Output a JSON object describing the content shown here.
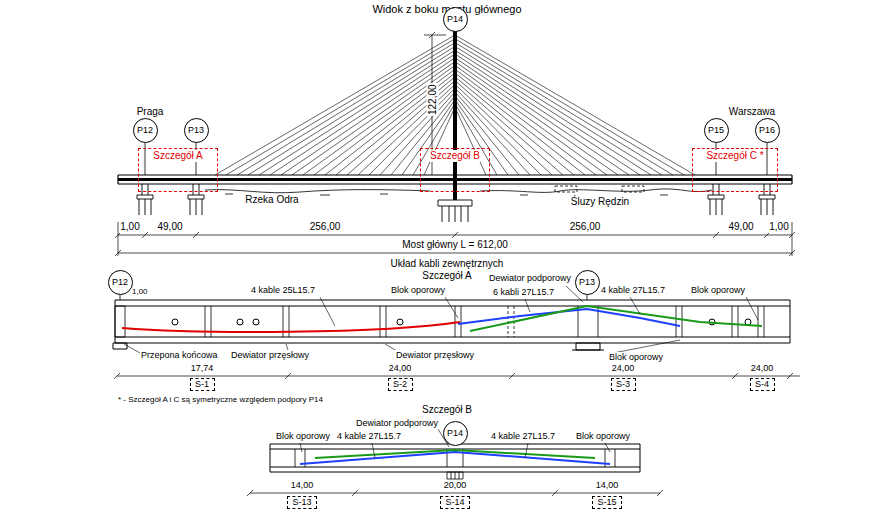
{
  "diagram": {
    "title": "Widok z boku mostu głównego",
    "nodes": [
      {
        "text": [
          "P14"
        ]
      },
      {
        "text": [
          "P12"
        ]
      },
      {
        "text": [
          "P13"
        ]
      },
      {
        "text": [
          "P15"
        ]
      },
      {
        "text": [
          "P16"
        ]
      },
      {
        "text": [
          "Szczegół A"
        ]
      },
      {
        "text": [
          "Szczegół B"
        ]
      },
      {
        "text": [
          "Szczegół C *"
        ]
      },
      {
        "text": [
          "P12"
        ]
      },
      {
        "text": [
          "P13"
        ]
      },
      {
        "text": [
          "S-1"
        ]
      },
      {
        "text": [
          "S-2"
        ]
      },
      {
        "text": [
          "S-3"
        ]
      },
      {
        "text": [
          "S-4"
        ]
      },
      {
        "text": [
          "P14"
        ]
      },
      {
        "text": [
          "S-13"
        ]
      },
      {
        "text": [
          "S-14"
        ]
      },
      {
        "text": [
          "S-15"
        ]
      }
    ],
    "labels": [
      "Praga",
      "Warszawa",
      "122,00",
      "Rzeka Odra",
      "Śluzy Rędzin",
      "1,00",
      "49,00",
      "256,00",
      "256,00",
      "49,00",
      "1,00",
      "Most główny L = 612,00",
      "Układ kabli zewnętrznych",
      "Szczegół A",
      "1,00",
      "4 kable 25L15.7",
      "Dewiator podporowy",
      "Blok oporowy",
      "6 kabli 27L15.7",
      "4 kable 27L15.7",
      "Blok oporowy",
      "Przepona końcowa",
      "Dewiator przęsłowy",
      "Dewiator przęsłowy",
      "Blok oporowy",
      "17,74",
      "24,00",
      "24,00",
      "24,00",
      "* - Szczegół A i C są symetryczne względem podpory P14",
      "Szczegół B",
      "Dewiator podporowy",
      "Blok oporowy",
      "4 kable 27L15.7",
      "4 kable 27L15.7",
      "Blok oporowy",
      "14,00",
      "20,00",
      "14,00"
    ]
  }
}
